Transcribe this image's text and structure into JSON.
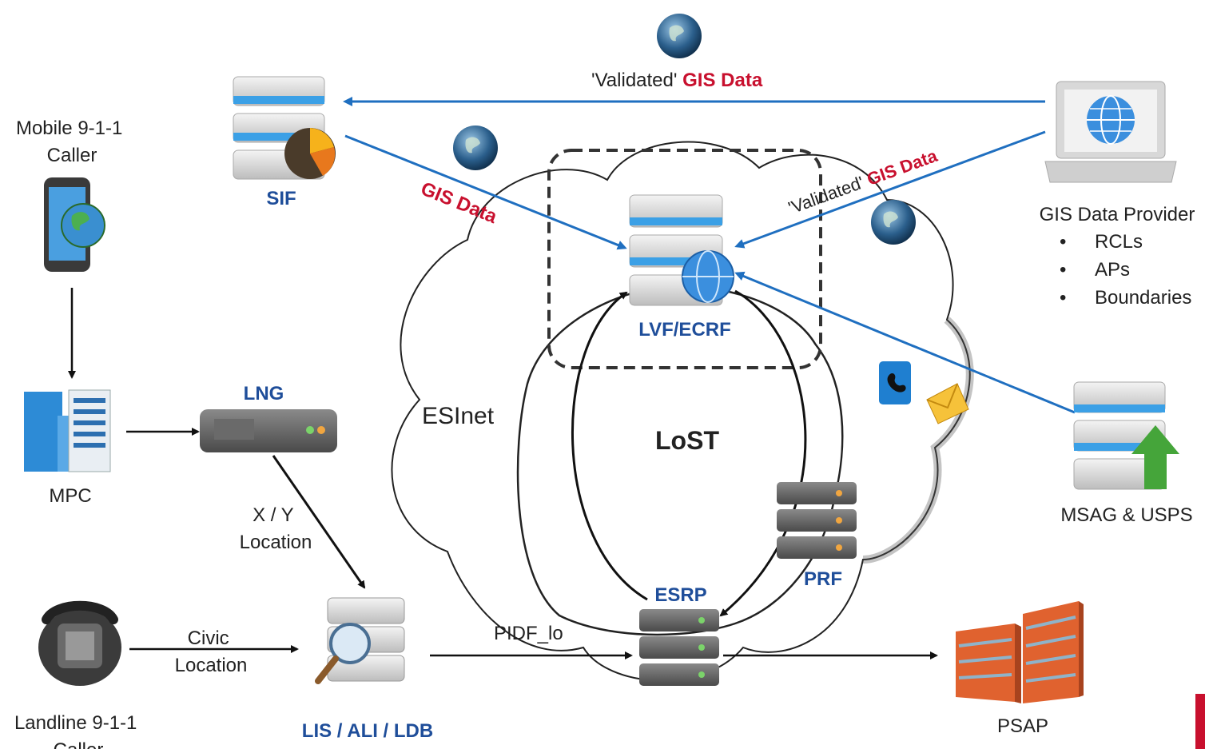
{
  "nodes": {
    "mobile_caller": [
      "Mobile 9-1-1",
      "Caller"
    ],
    "mpc": "MPC",
    "lng": "LNG",
    "landline_caller": [
      "Landline 9-1-1",
      "Caller"
    ],
    "lis": "LIS / ALI / LDB",
    "sif": "SIF",
    "lvf": "LVF/ECRF",
    "esrp": "ESRP",
    "prf": "PRF",
    "psap": "PSAP",
    "msag": "MSAG & USPS",
    "gis_provider": "GIS Data Provider",
    "gis_provider_items": [
      "RCLs",
      "APs",
      "Boundaries"
    ]
  },
  "clouds": {
    "esinet": "ESInet",
    "lost": "LoST"
  },
  "edge_labels": {
    "validated_top": {
      "prefix": "'Validated' ",
      "emph": "GIS Data"
    },
    "validated_diag": {
      "prefix": "'Validated' ",
      "emph": "GIS Data"
    },
    "gis_data": "GIS Data",
    "xy_location": [
      "X / Y",
      "Location"
    ],
    "civic_location": [
      "Civic",
      "Location"
    ],
    "pidf_lo": "PIDF_lo"
  },
  "colors": {
    "blue_line": "#1f6fc0",
    "red_text": "#c8102e",
    "node_label": "#1f4e9a"
  }
}
